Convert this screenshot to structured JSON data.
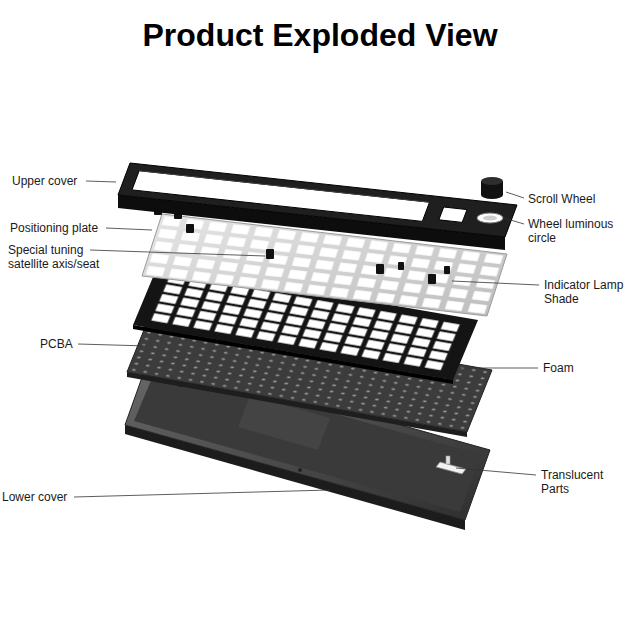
{
  "diagram": {
    "title": "Product Exploded View",
    "labels": [
      "Upper cover",
      "Scroll Wheel",
      "Wheel luminous circle",
      "Positioning plate",
      "Special tuning satellite axis/seat",
      "Indicator Lamp Shade",
      "PCBA",
      "Foam",
      "Translucent Parts",
      "Lower cover"
    ]
  }
}
